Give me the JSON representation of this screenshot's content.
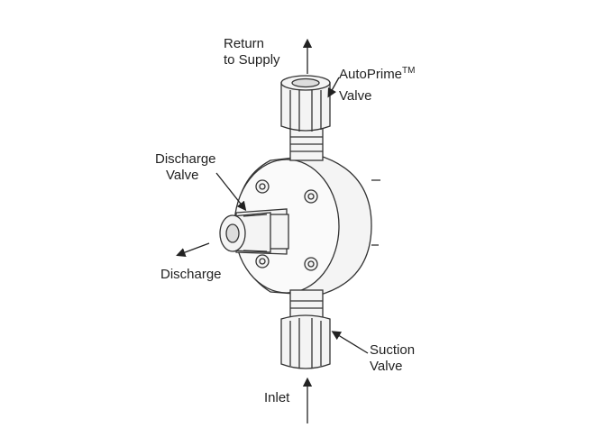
{
  "labels": {
    "return_line1": "Return",
    "return_line2": "to Supply",
    "autoprime_line1": "AutoPrime",
    "autoprime_tm": "TM",
    "autoprime_line2": "Valve",
    "discharge_valve_line1": "Discharge",
    "discharge_valve_line2": "Valve",
    "discharge": "Discharge",
    "suction_line1": "Suction",
    "suction_line2": "Valve",
    "inlet": "Inlet"
  },
  "colors": {
    "line": "#333333",
    "fill": "#f4f4f4"
  }
}
